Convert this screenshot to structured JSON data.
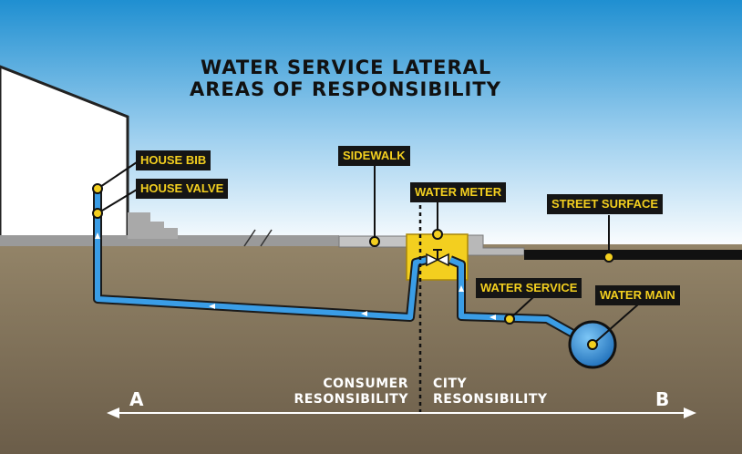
{
  "title": {
    "line1": "WATER SERVICE LATERAL",
    "line2": "AREAS OF RESPONSIBILITY"
  },
  "labels": {
    "house_bib": "HOUSE BIB",
    "house_valve": "HOUSE VALVE",
    "sidewalk": "SIDEWALK",
    "water_meter": "WATER METER",
    "street_surface": "STREET SURFACE",
    "water_service": "WATER SERVICE",
    "water_main": "WATER MAIN"
  },
  "responsibility": {
    "consumer_line1": "CONSUMER",
    "consumer_line2": "RESONSIBILITY",
    "city_line1": "CITY",
    "city_line2": "RESONSIBILITY"
  },
  "ends": {
    "left": "A",
    "right": "B"
  },
  "colors": {
    "sky_top": "#1f8fd1",
    "sky_bottom": "#ffffff",
    "ground": "#8a7a63",
    "pipe": "#3a9de6",
    "callout_fill": "#151515",
    "callout_text": "#f3cf1f",
    "meter_box": "#f3cf1f",
    "street": "#111111",
    "sidewalk": "#bdbdbd"
  }
}
